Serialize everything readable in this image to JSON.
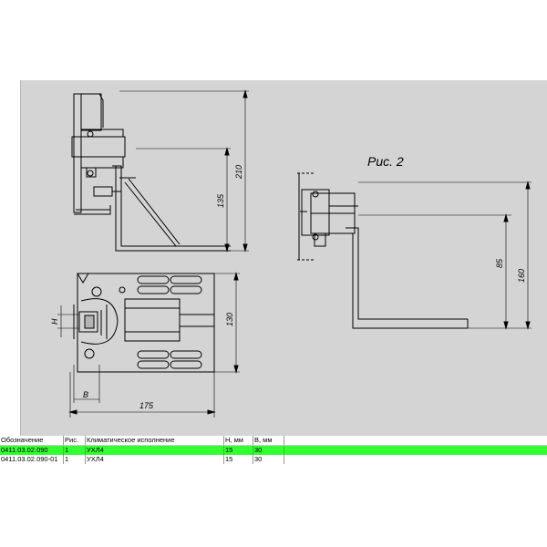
{
  "drawing": {
    "figure_label": "Рис. 2",
    "dims": {
      "d210": "210",
      "d135": "135",
      "d130": "130",
      "d175": "175",
      "dH": "H",
      "dB": "B",
      "d85": "85",
      "d160": "160"
    }
  },
  "table": {
    "headers": [
      "Обозначение",
      "Рис.",
      "Климатическое исполнение",
      "H, мм",
      "B, мм"
    ],
    "rows": [
      {
        "designation": "0411.03.02.090",
        "fig": "1",
        "climate": "УХЛ4",
        "h": "15",
        "b": "30",
        "selected": true
      },
      {
        "designation": "0411.03.02.090-01",
        "fig": "1",
        "climate": "УХЛ4",
        "h": "15",
        "b": "30",
        "selected": false
      }
    ]
  },
  "colors": {
    "selected_row": "#33ff33",
    "drawing_bg": "#d4d4d4",
    "line": "#000000"
  }
}
